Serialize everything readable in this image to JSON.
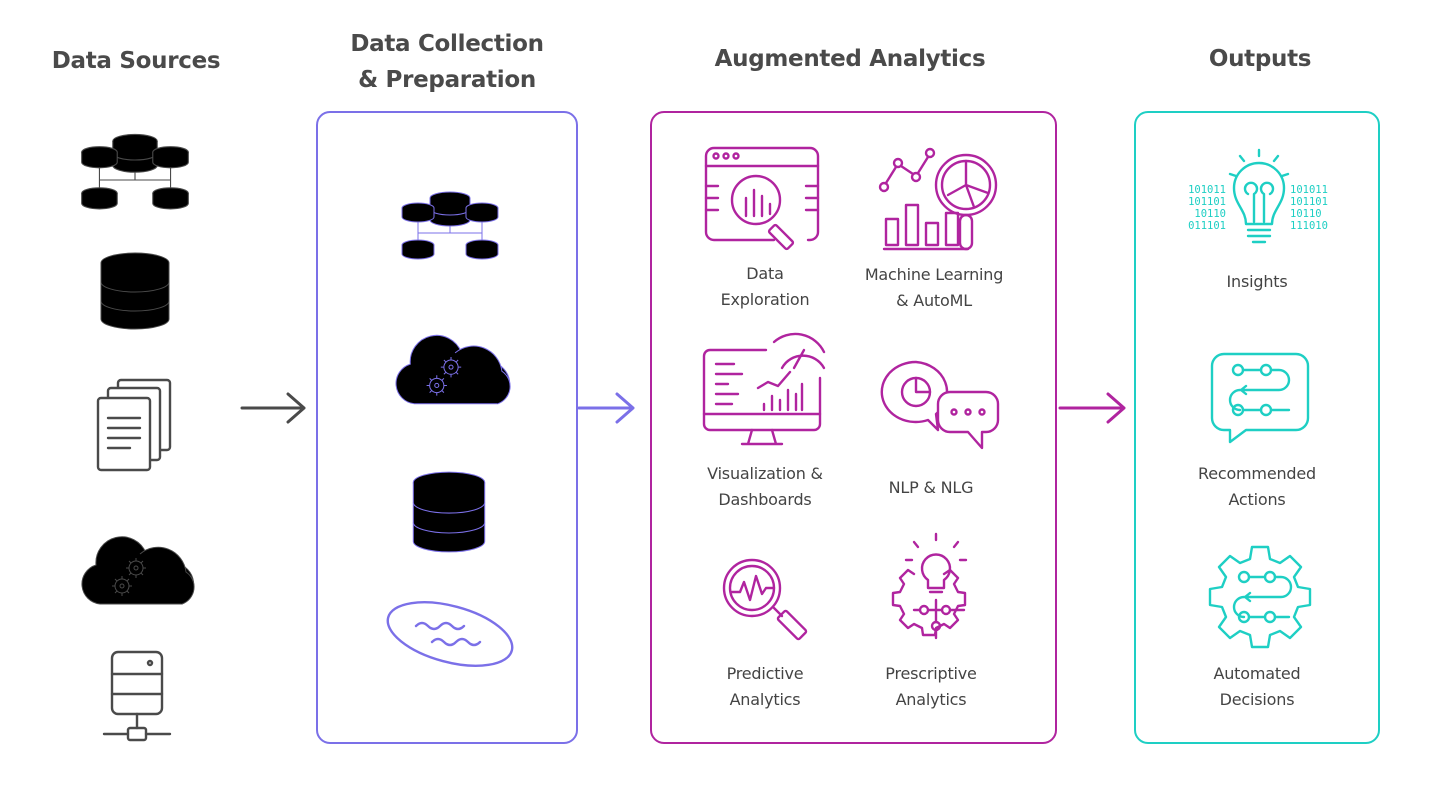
{
  "columns": {
    "sources": {
      "title": "Data Sources",
      "icons": [
        "database-network-icon",
        "database-icon",
        "documents-icon",
        "cloud-gears-icon",
        "server-icon"
      ]
    },
    "collection": {
      "title_line1": "Data Collection",
      "title_line2": "& Preparation",
      "icons": [
        "database-network-icon",
        "cloud-gears-icon",
        "database-icon",
        "data-lake-icon"
      ]
    },
    "analytics": {
      "title": "Augmented Analytics",
      "items": [
        {
          "label1": "Data",
          "label2": "Exploration",
          "icon": "browser-magnifier-icon"
        },
        {
          "label1": "Machine Learning",
          "label2": "& AutoML",
          "icon": "chart-magnifier-icon"
        },
        {
          "label1": "Visualization &",
          "label2": "Dashboards",
          "icon": "monitor-dashboard-icon"
        },
        {
          "label1": "NLP & NLG",
          "label2": "",
          "icon": "chat-bubbles-icon"
        },
        {
          "label1": "Predictive",
          "label2": "Analytics",
          "icon": "magnifier-pulse-icon"
        },
        {
          "label1": "Prescriptive",
          "label2": "Analytics",
          "icon": "gear-bulb-icon"
        }
      ]
    },
    "outputs": {
      "title": "Outputs",
      "items": [
        {
          "label1": "Insights",
          "label2": "",
          "icon": "lightbulb-binary-icon"
        },
        {
          "label1": "Recommended",
          "label2": "Actions",
          "icon": "chat-flow-icon"
        },
        {
          "label1": "Automated",
          "label2": "Decisions",
          "icon": "gear-flow-icon"
        }
      ],
      "binary_left": [
        "101011",
        "101101",
        "10110",
        "011101"
      ],
      "binary_right": [
        "101011",
        "101101",
        "10110",
        "111010"
      ]
    }
  },
  "colors": {
    "sources": "#4a4a4a",
    "collection": "#7b70e8",
    "analytics": "#b0249f",
    "outputs": "#1ecfc4"
  }
}
